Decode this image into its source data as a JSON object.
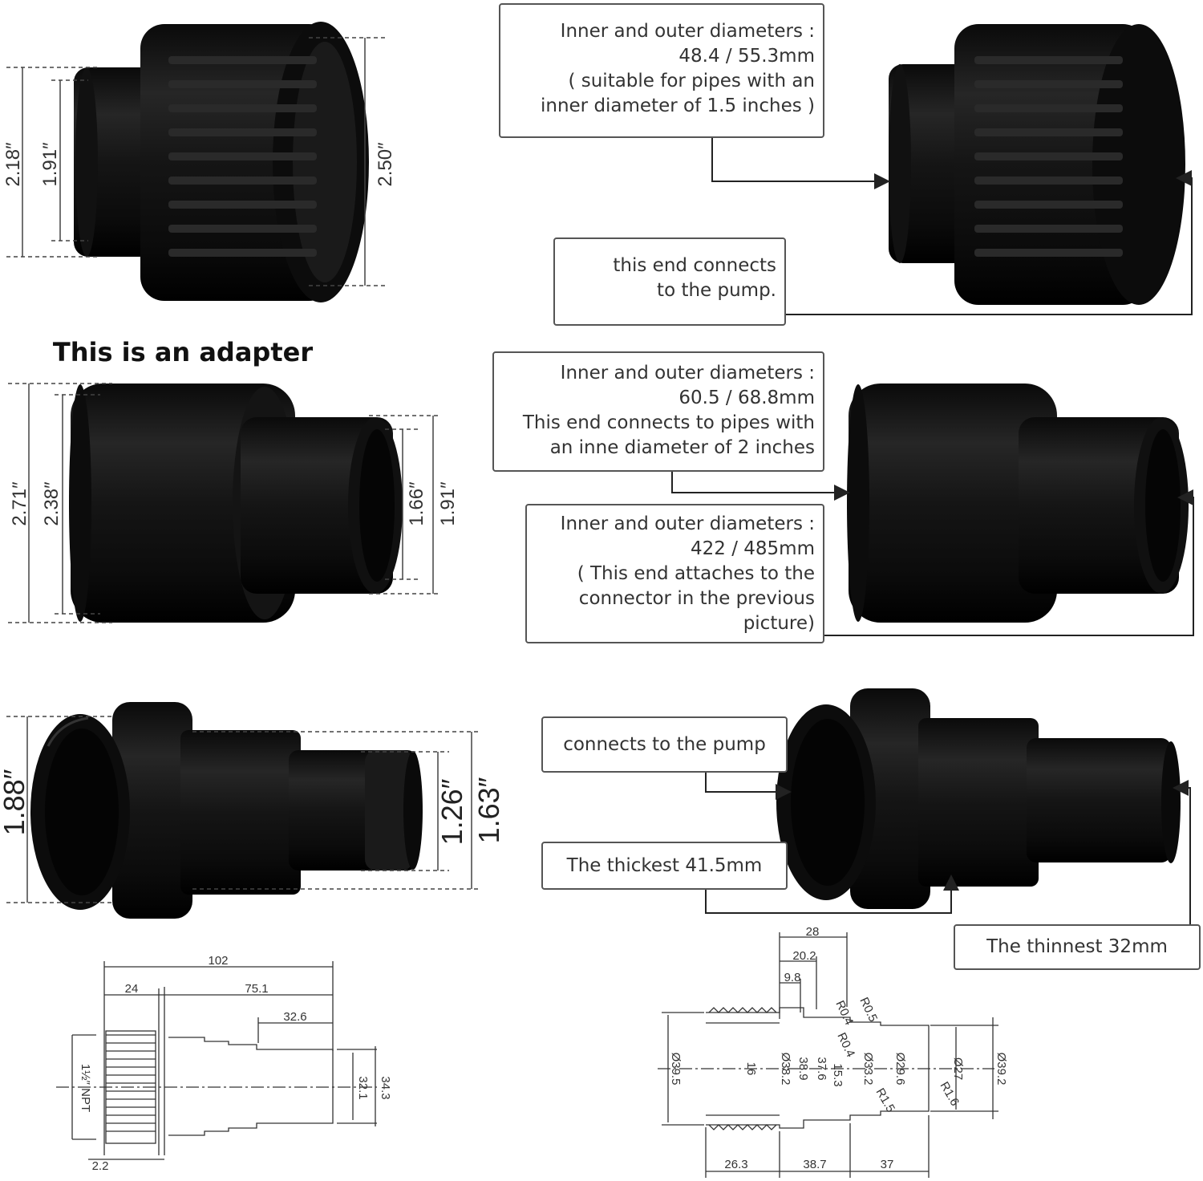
{
  "heading": "This is an adapter",
  "top_left_dims": {
    "outer": "2.18″",
    "inner": "1.91″",
    "right": "2.50″"
  },
  "mid_left_dims": {
    "left1": "2.71″",
    "left2": "2.38″",
    "right1": "1.66″",
    "right2": "1.91″"
  },
  "bottom_left_dims": {
    "left": "1.88″",
    "right1": "1.26″",
    "right2": "1.63″"
  },
  "callouts": {
    "c1": [
      "Inner and outer diameters :",
      "48.4 / 55.3mm",
      "( suitable for pipes with an",
      "inner diameter of 1.5 inches )"
    ],
    "c2": [
      "this end connects",
      "to the pump."
    ],
    "c3": [
      "Inner and outer diameters :",
      "60.5 / 68.8mm",
      "This end connects to pipes with",
      "an inne diameter of 2 inches"
    ],
    "c4": [
      "Inner and outer diameters :",
      "422 / 485mm",
      "( This end attaches to the",
      "connector in the previous",
      "picture)"
    ],
    "c5": "connects to the pump",
    "c6": "The thickest 41.5mm",
    "c7": "The thinnest 32mm"
  },
  "drawing_left": {
    "d102": "102",
    "d24": "24",
    "d751": "75.1",
    "d326": "32.6",
    "d321": "32.1",
    "d343": "34.3",
    "d22": "2.2",
    "npt": "1½″ NPT"
  },
  "drawing_right": {
    "d28": "28",
    "d202": "20.2",
    "d98": "9.8",
    "r04a": "R0.4",
    "r05": "R0.5",
    "r04b": "R0.4",
    "d395": "Ø39.5",
    "d382": "Ø38.2",
    "d389": "38.9",
    "d376": "37.6",
    "d153": "15.3",
    "d332": "Ø33.2",
    "d296": "Ø29.6",
    "d27": "Ø27",
    "d392": "Ø39.2",
    "d16": "16",
    "r15": "R1.5",
    "r16": "R1.6",
    "d263": "26.3",
    "d387": "38.7",
    "d37": "37"
  }
}
